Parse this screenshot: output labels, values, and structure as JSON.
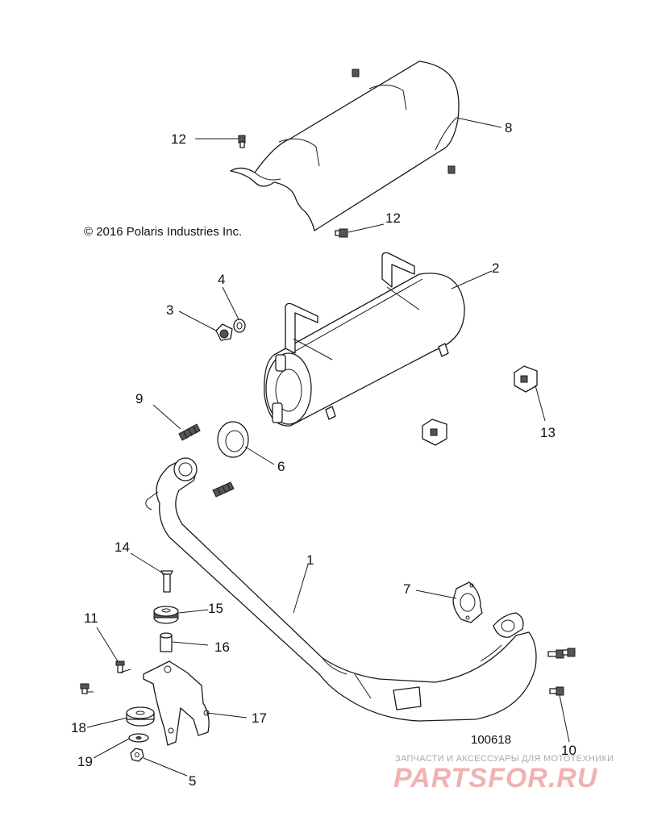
{
  "copyright": "© 2016 Polaris Industries Inc.",
  "drawing_number": "100618",
  "watermark": {
    "tagline": "ЗАПЧАСТИ И АКСЕССУАРЫ ДЛЯ МОТОТЕХНИКИ",
    "brand": "PARTSFOR.RU"
  },
  "callouts": {
    "c1": "1",
    "c2": "2",
    "c3": "3",
    "c4": "4",
    "c5": "5",
    "c6": "6",
    "c7": "7",
    "c8": "8",
    "c9": "9",
    "c10": "10",
    "c11": "11",
    "c12a": "12",
    "c12b": "12",
    "c13": "13",
    "c14": "14",
    "c15": "15",
    "c16": "16",
    "c17": "17",
    "c18": "18",
    "c19": "19"
  },
  "colors": {
    "line": "#1a1a1a",
    "watermark_brand": "#f2b1b1",
    "watermark_tagline": "#aaaaaa"
  }
}
